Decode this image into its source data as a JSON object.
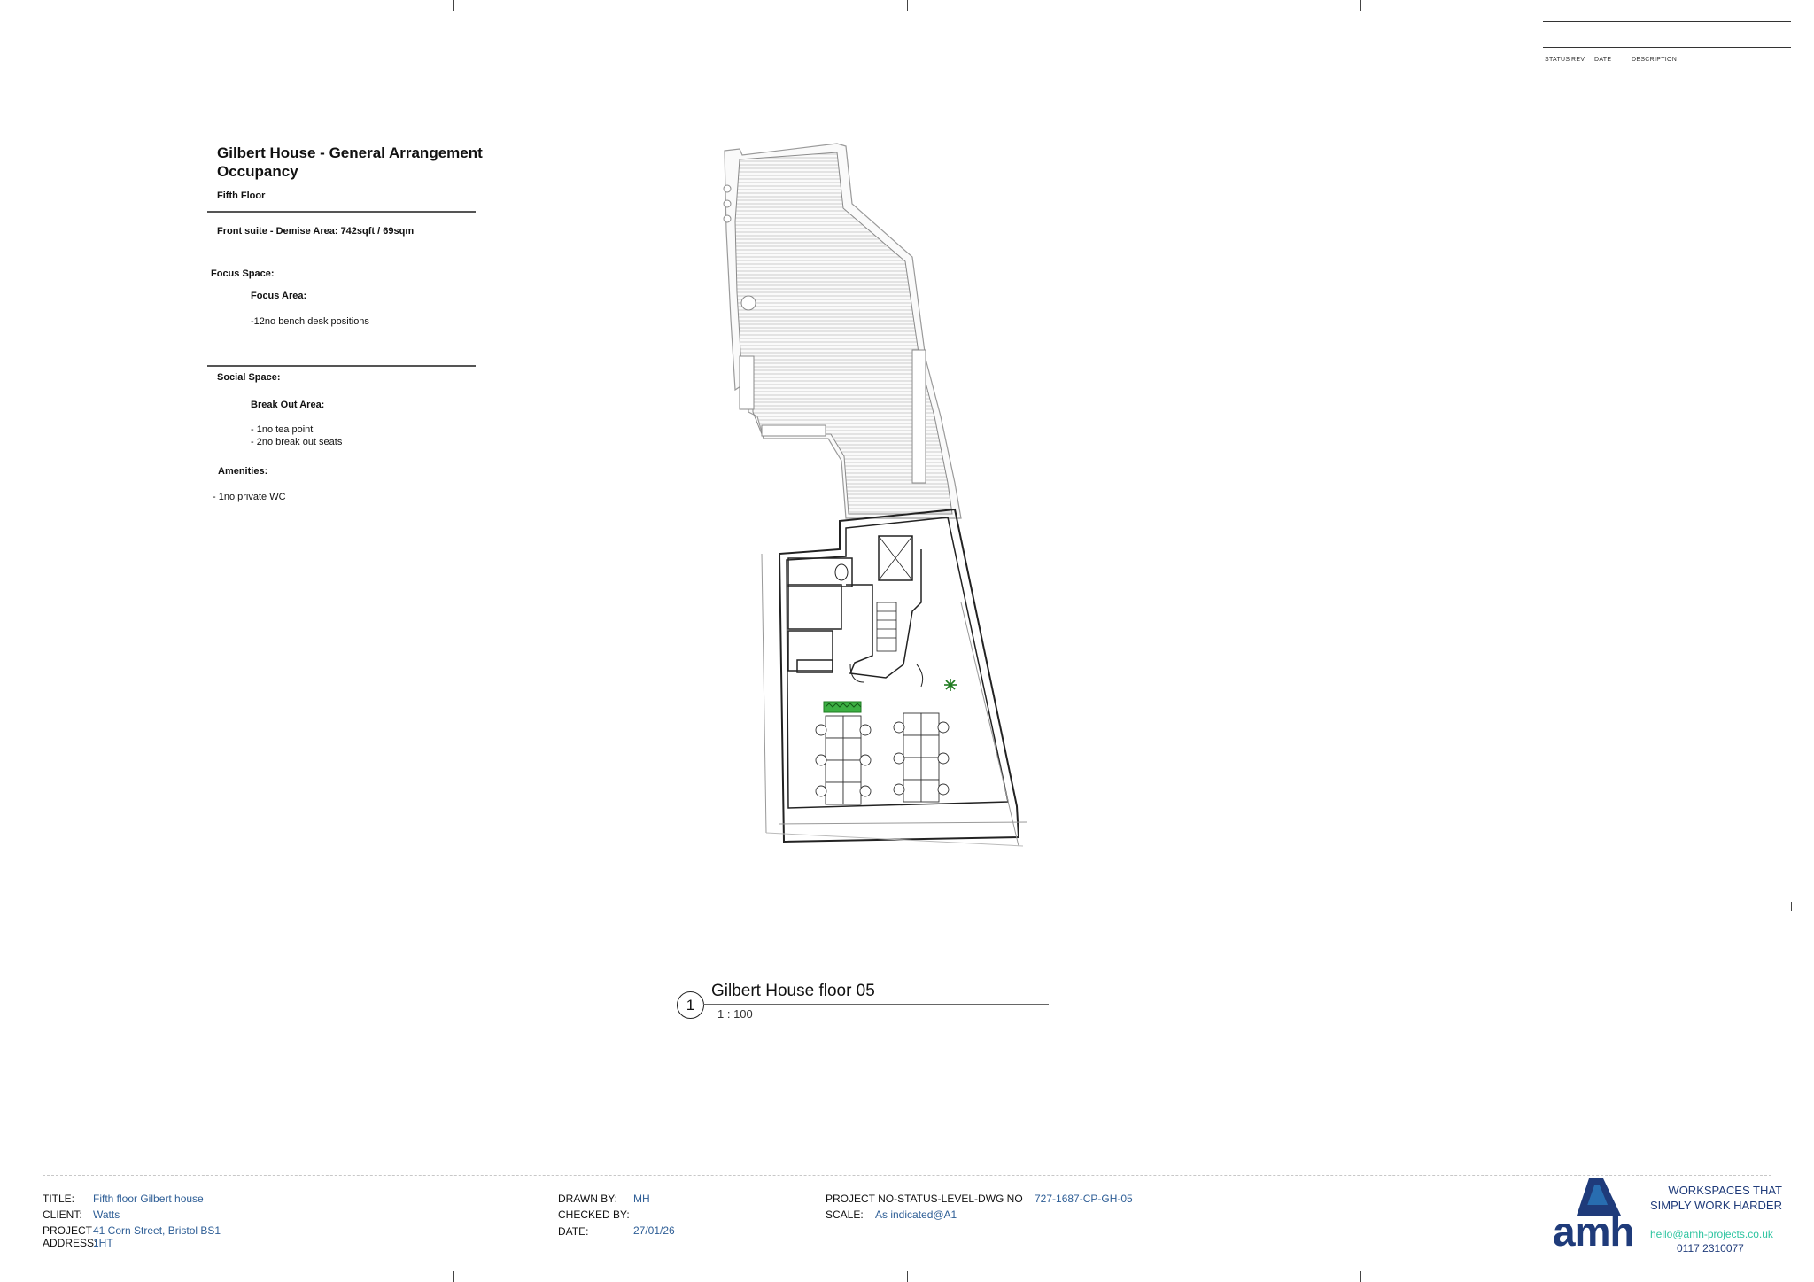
{
  "revisions": {
    "headers": [
      "STATUS",
      "REV",
      "DATE",
      "DESCRIPTION"
    ]
  },
  "schedule": {
    "title_line1": "Gilbert House - General Arrangement",
    "title_line2": "Occupancy",
    "floor": "Fifth Floor",
    "demise": "Front suite - Demise Area: 742sqft / 69sqm",
    "focus_space": "Focus Space:",
    "focus_area": "Focus Area:",
    "focus_item": "-12no bench desk positions",
    "social_space": "Social Space:",
    "breakout_area": "Break Out Area:",
    "breakout_items": [
      "- 1no tea point",
      "- 2no break out seats"
    ],
    "amenities": "Amenities:",
    "amenities_item": "- 1no private WC"
  },
  "drawing": {
    "number": "1",
    "title": "Gilbert House floor 05",
    "scale": "1 : 100"
  },
  "title_block": {
    "title_label": "TITLE:",
    "title_value": "Fifth floor Gilbert house",
    "client_label": "CLIENT:",
    "client_value": "Watts",
    "project_label": "PROJECT",
    "address_label": "ADDRESS:",
    "address_value_line1": "41 Corn Street, Bristol BS1",
    "address_value_line2": "1HT",
    "drawn_label": "DRAWN BY:",
    "drawn_value": "MH",
    "checked_label": "CHECKED BY:",
    "date_label": "DATE:",
    "date_value": "27/01/26",
    "dwg_label": "PROJECT NO-STATUS-LEVEL-DWG NO",
    "dwg_value": "727-1687-CP-GH-05",
    "scale_label": "SCALE:",
    "scale_value": "As indicated@A1"
  },
  "company": {
    "logo": "amh",
    "tagline_line1": "WORKSPACES THAT",
    "tagline_line2": "SIMPLY WORK HARDER",
    "email": "hello@amh-projects.co.uk",
    "phone": "0117 2310077",
    "colors": {
      "navy": "#1f3b7a",
      "teal": "#2ec4a0",
      "link": "#2e5e96"
    }
  }
}
